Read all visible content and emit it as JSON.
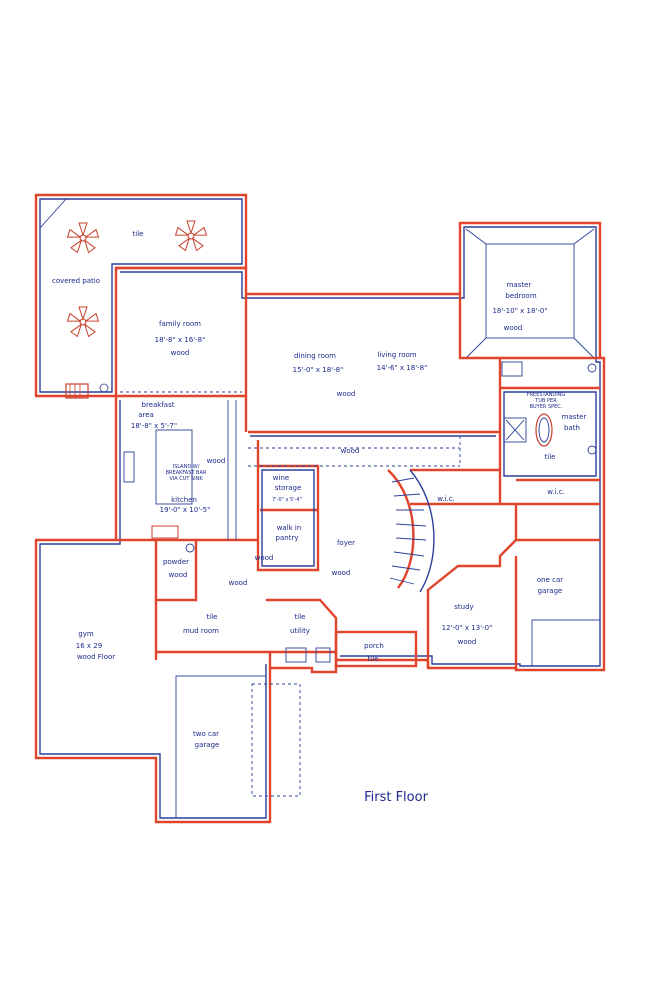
{
  "title": "First Floor",
  "rooms": {
    "covered_patio": {
      "name": "covered patio",
      "floor": "tile"
    },
    "family_room": {
      "name": "family room",
      "size": "18'-8\" x 16'-8\"",
      "floor": "wood"
    },
    "dining_room": {
      "name": "dining room",
      "size": "15'-0\" x 18'-8\""
    },
    "living_room": {
      "name": "living room",
      "size": "14'-6\" x 18'-8\""
    },
    "dining_living_floor": "wood",
    "gallery_floor": "wood",
    "master_bedroom": {
      "name_line1": "master",
      "name_line2": "bedroom",
      "size": "18'-10\" x 18'-0\"",
      "floor": "wood"
    },
    "master_bath": {
      "name_line1": "master",
      "name_line2": "bath",
      "floor": "tile",
      "tub_note_1": "FREESTANDING",
      "tub_note_2": "TUB PER",
      "tub_note_3": "BUYER SPEC."
    },
    "breakfast": {
      "name_line1": "breakfast",
      "name_line2": "area",
      "size": "18'-8\" x 5'-7\""
    },
    "kitchen": {
      "name": "kitchen",
      "size": "19'-0\" x 10'-5\"",
      "floor": "wood",
      "island_note_1": "ISLAND W/",
      "island_note_2": "BREAKFAST BAR",
      "island_note_3": "VIA CUT SINK"
    },
    "wine_storage": {
      "name_line1": "wine",
      "name_line2": "storage",
      "size": "7'-0\" x 5'-4\""
    },
    "walk_in_pantry": {
      "name_line1": "walk in",
      "name_line2": "pantry",
      "floor": "wood"
    },
    "foyer": {
      "name": "foyer",
      "floor": "wood"
    },
    "wic_1": {
      "name": "w.i.c."
    },
    "wic_2": {
      "name": "w.i.c."
    },
    "one_car_garage": {
      "name_line1": "one car",
      "name_line2": "garage"
    },
    "study": {
      "name": "study",
      "size": "12'-0\" x 13'-0\"",
      "floor": "wood"
    },
    "powder": {
      "name": "powder",
      "floor": "wood"
    },
    "hall_floor": "wood",
    "gym": {
      "name": "gym",
      "size": "16 x 29",
      "floor": "wood Floor"
    },
    "mud_room": {
      "name": "mud room",
      "floor": "tile"
    },
    "utility": {
      "name": "utility",
      "floor": "tile"
    },
    "porch": {
      "name": "porch",
      "floor": "tile"
    },
    "two_car_garage": {
      "name_line1": "two car",
      "name_line2": "garage"
    }
  },
  "colors": {
    "wall_outer": "#e0442c",
    "wall_inner": "#2a3f9a",
    "text": "#1c2a8c"
  }
}
